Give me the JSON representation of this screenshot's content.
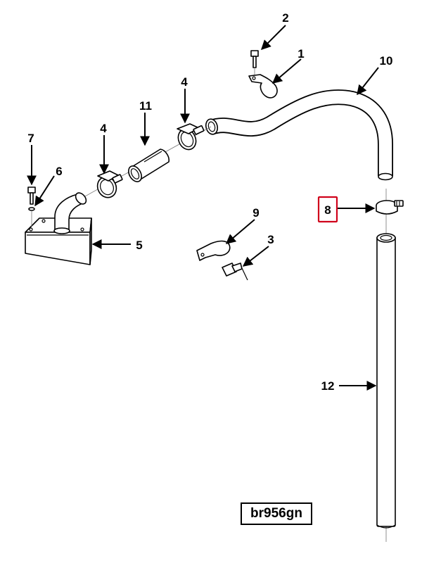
{
  "diagram": {
    "code": "br956gn",
    "highlight_color": "#d0021b",
    "highlighted_callout": "8",
    "callouts": {
      "c1": "1",
      "c2": "2",
      "c3": "3",
      "c4a": "4",
      "c4b": "4",
      "c5": "5",
      "c6": "6",
      "c7": "7",
      "c8": "8",
      "c9": "9",
      "c10": "10",
      "c11": "11",
      "c12": "12"
    }
  }
}
